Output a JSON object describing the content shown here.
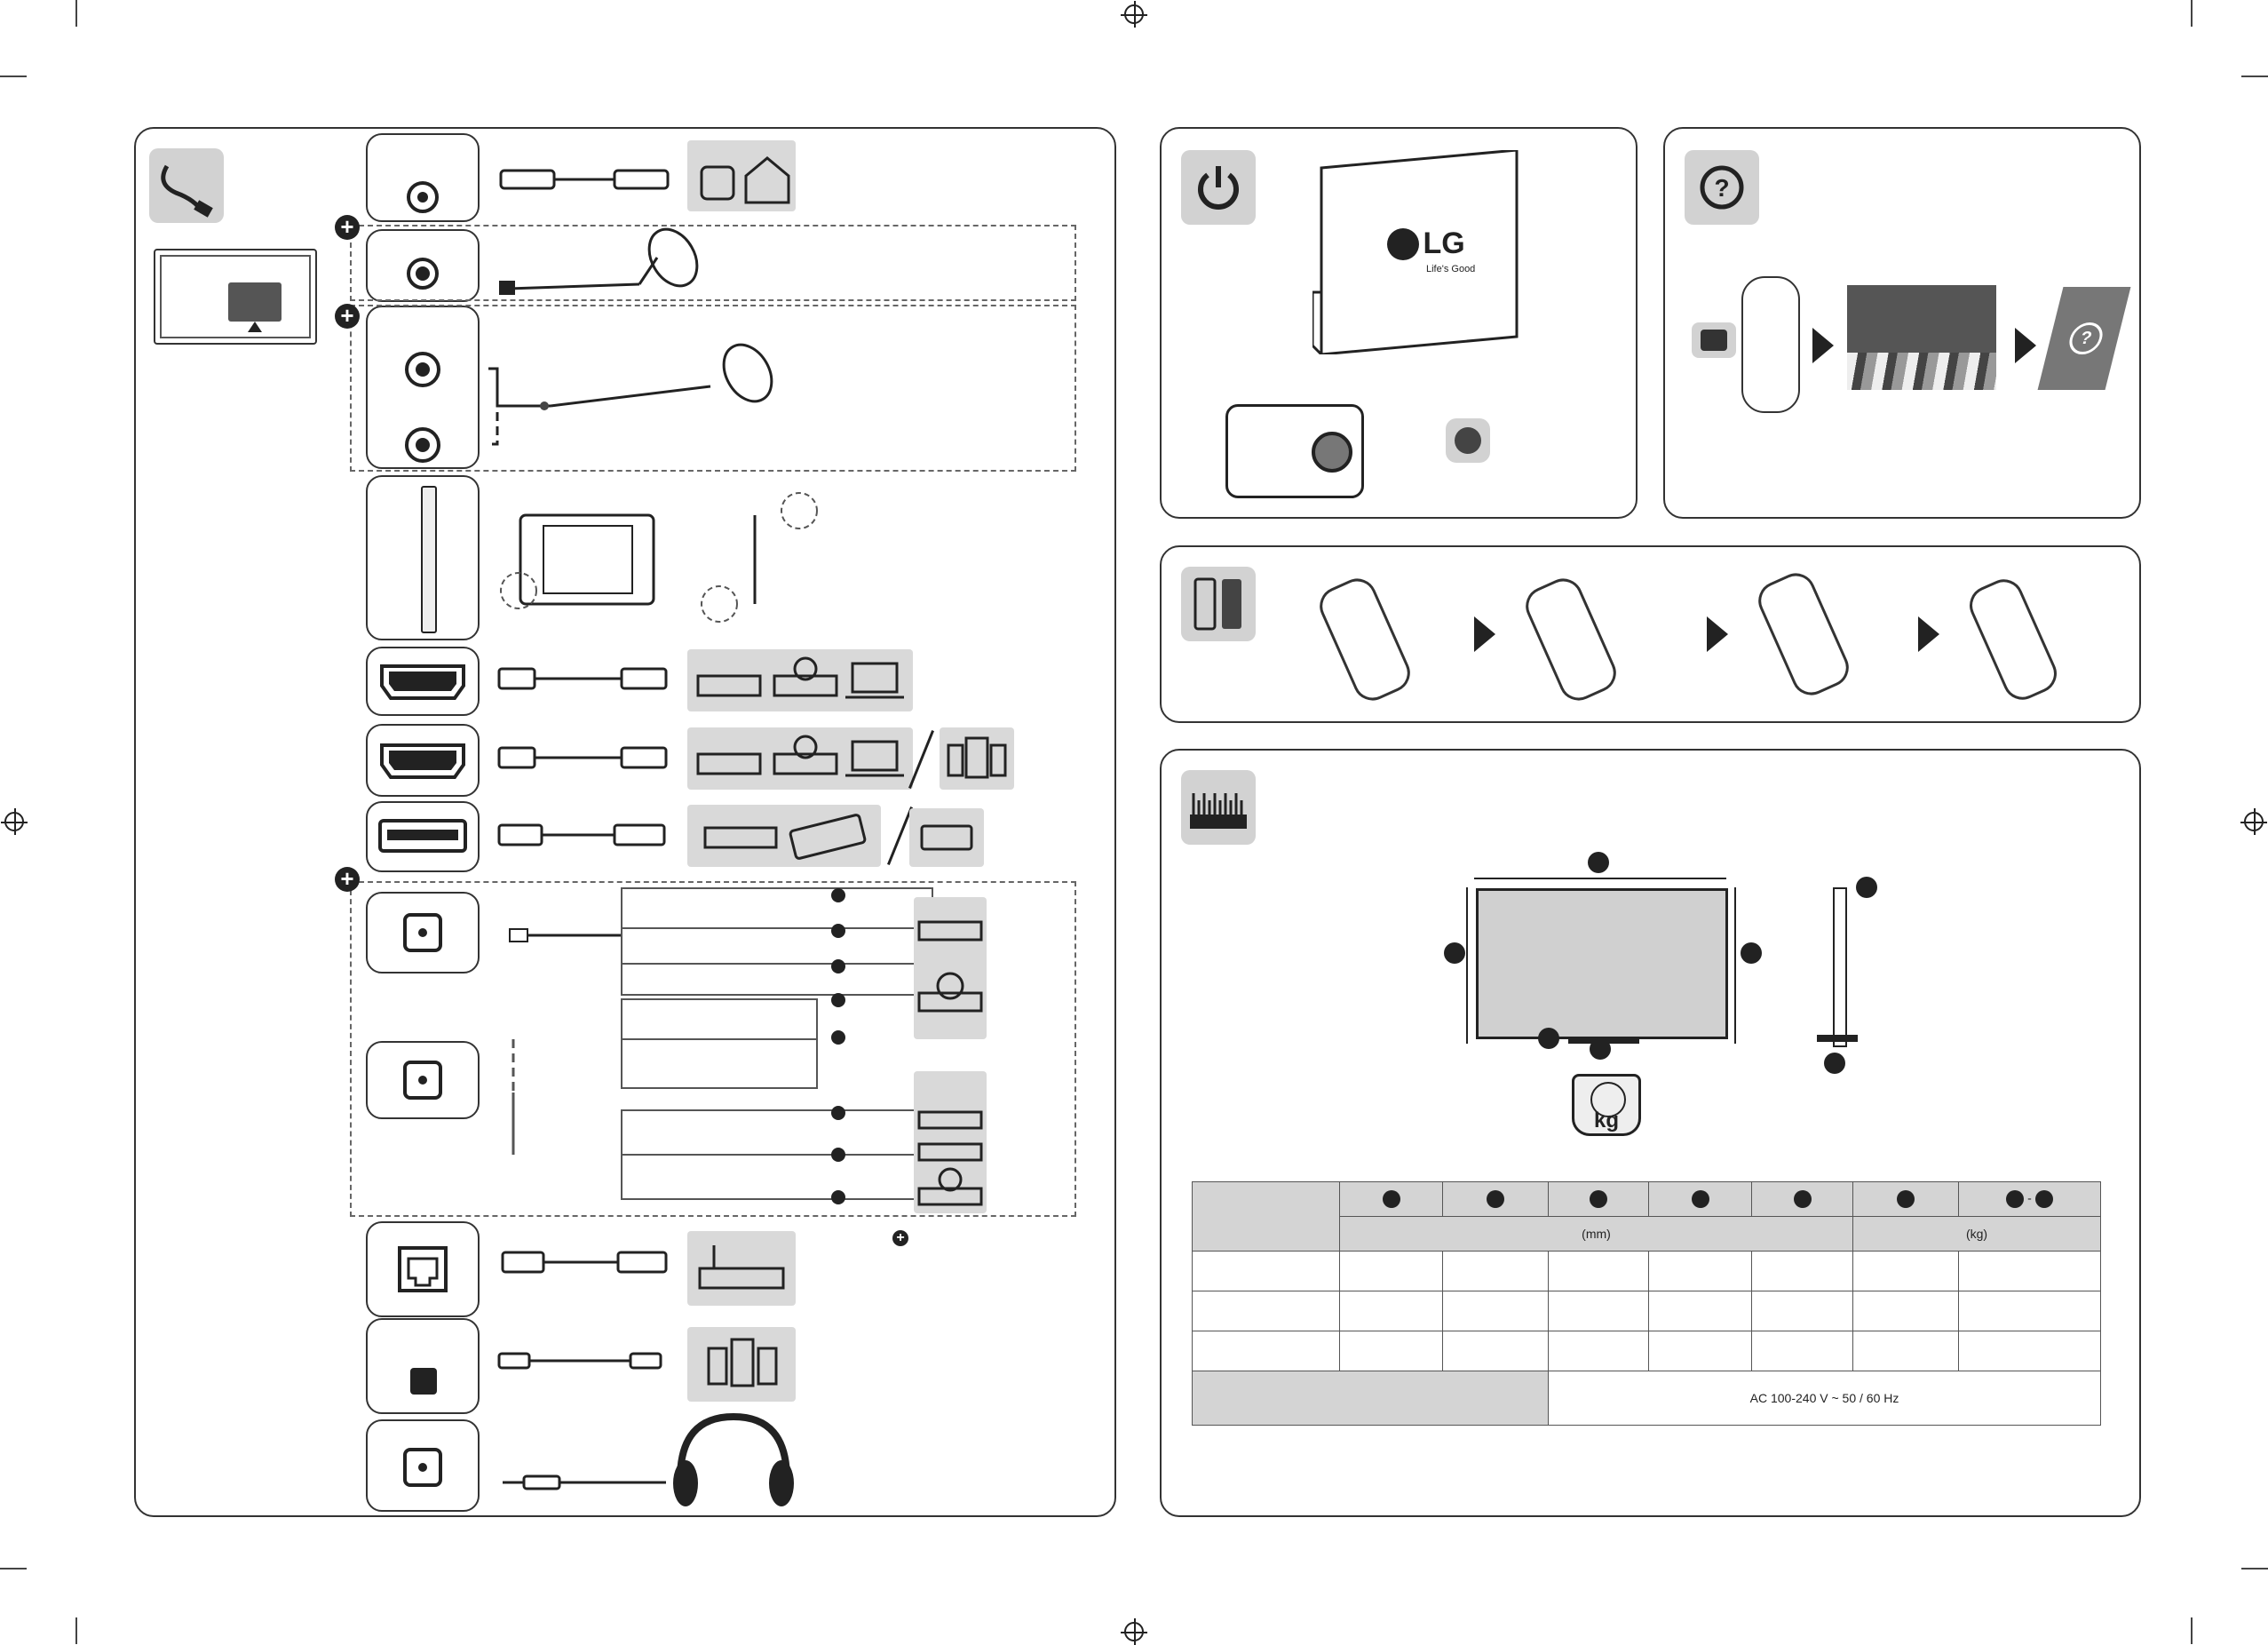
{
  "tv_logo": {
    "brand": "LG",
    "tagline": "Life's Good"
  },
  "dimensions_table": {
    "unit_mm": "(mm)",
    "unit_kg": "(kg)",
    "power_supply": "AC 100-240 V ~ 50 / 60 Hz"
  },
  "weight_label": "kg",
  "icons": {
    "antenna_connection": "antenna-cable-icon",
    "power": "power-icon",
    "help": "question-icon",
    "batteries": "battery-icon",
    "dimensions": "ruler-icon"
  }
}
